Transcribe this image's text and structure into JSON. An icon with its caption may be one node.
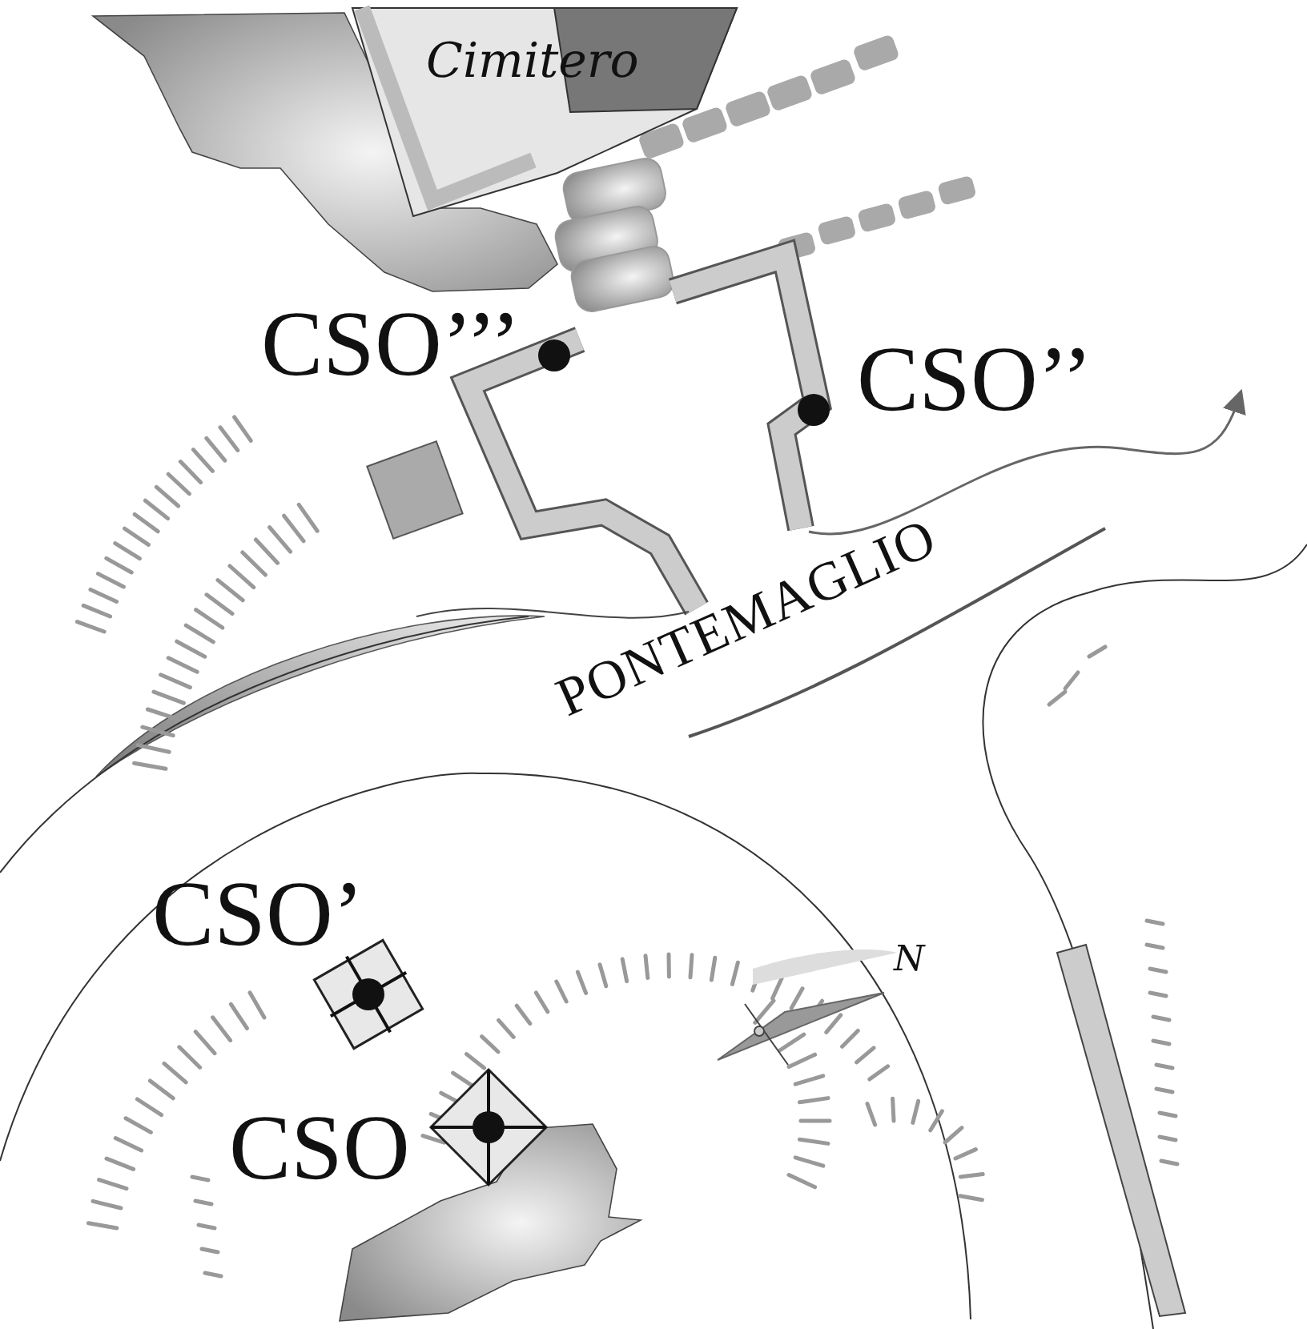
{
  "diagram": {
    "nodes": [
      {
        "text": [
          "Cimitero"
        ]
      }
    ],
    "labels": [
      "CSO’’’",
      "CSO’’",
      "PONTEMAGLIO",
      "CSO’",
      "N",
      "CSO"
    ]
  }
}
